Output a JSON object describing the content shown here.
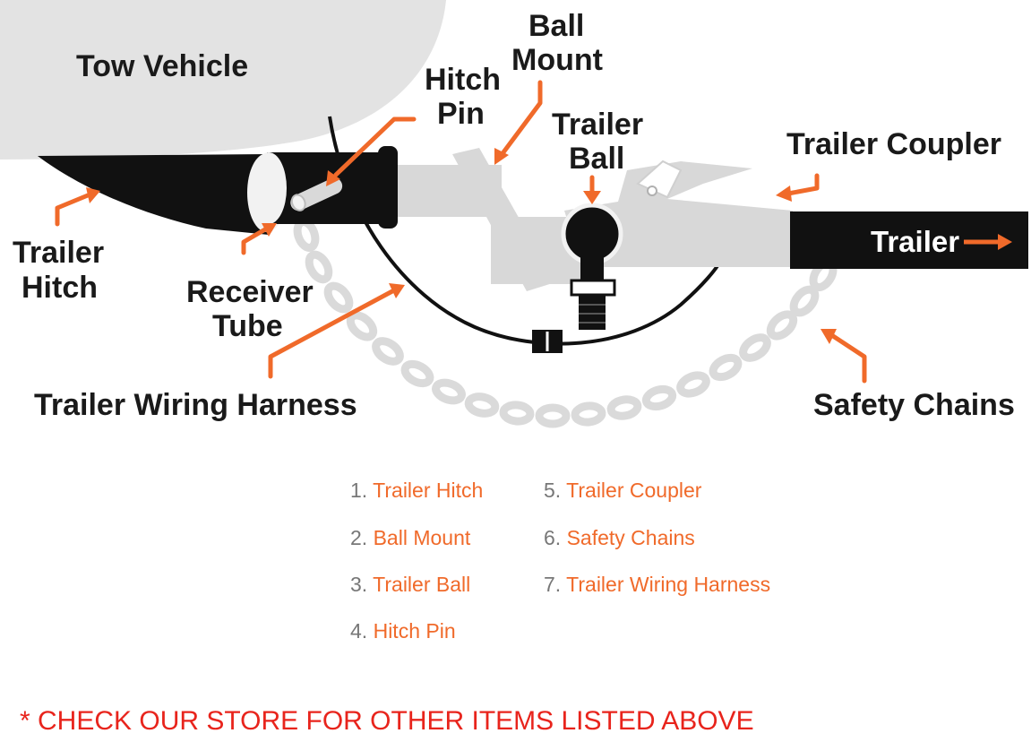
{
  "labels": {
    "tow_vehicle": "Tow Vehicle",
    "ball_mount_1": "Ball",
    "ball_mount_2": "Mount",
    "hitch_pin_1": "Hitch",
    "hitch_pin_2": "Pin",
    "trailer_ball_1": "Trailer",
    "trailer_ball_2": "Ball",
    "trailer_coupler": "Trailer Coupler",
    "trailer": "Trailer",
    "trailer_hitch_1": "Trailer",
    "trailer_hitch_2": "Hitch",
    "receiver_tube_1": "Receiver",
    "receiver_tube_2": "Tube",
    "wiring_harness": "Trailer Wiring Harness",
    "safety_chains": "Safety Chains"
  },
  "legend": [
    {
      "num": "1.",
      "name": "Trailer Hitch"
    },
    {
      "num": "2.",
      "name": "Ball Mount"
    },
    {
      "num": "3.",
      "name": "Trailer Ball"
    },
    {
      "num": "4.",
      "name": "Hitch Pin"
    },
    {
      "num": "5.",
      "name": "Trailer Coupler"
    },
    {
      "num": "6.",
      "name": "Safety Chains"
    },
    {
      "num": "7.",
      "name": "Trailer Wiring Harness"
    }
  ],
  "note": "* CHECK OUR STORE FOR OTHER ITEMS LISTED ABOVE",
  "colors": {
    "accent": "#f06a2a",
    "note": "#e8241c",
    "vehicle": "#e3e3e3",
    "metal": "#d8d8d8",
    "dark": "#111111"
  }
}
